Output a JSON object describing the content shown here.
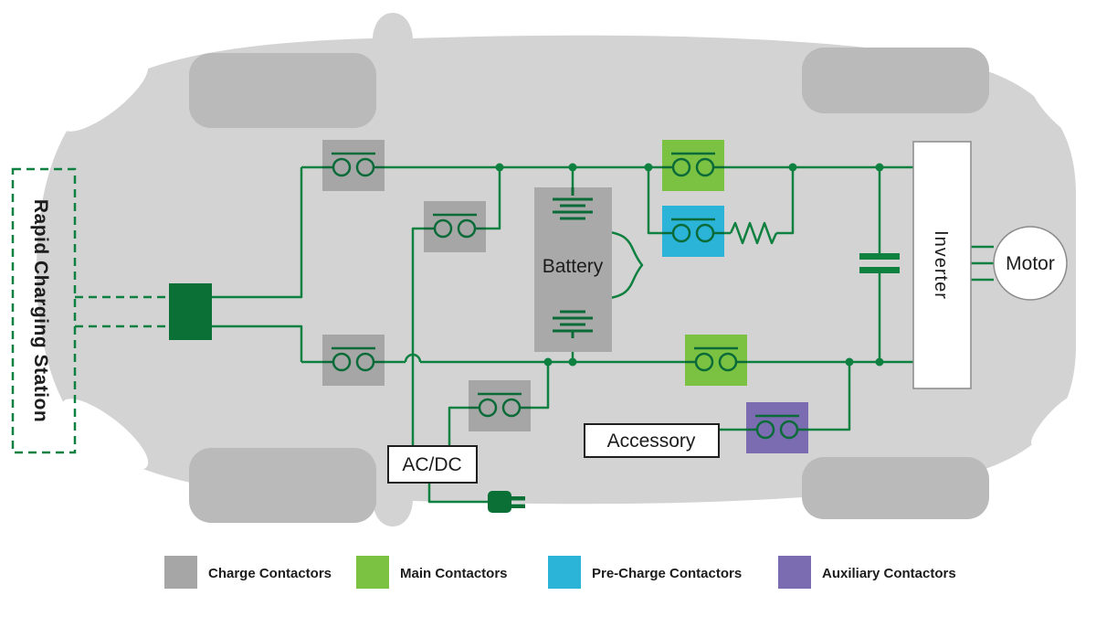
{
  "station": {
    "label": "Rapid Charging Station"
  },
  "components": {
    "battery": "Battery",
    "inverter": "Inverter",
    "motor": "Motor",
    "acdc": "AC/DC",
    "accessory": "Accessory"
  },
  "legend": {
    "items": [
      {
        "label": "Charge Contactors",
        "color": "#a6a6a6"
      },
      {
        "label": "Main Contactors",
        "color": "#7bc142"
      },
      {
        "label": "Pre-Charge Contactors",
        "color": "#2bb3d8"
      },
      {
        "label": "Auxiliary Contactors",
        "color": "#7b6cb2"
      }
    ]
  },
  "colors": {
    "wire_green": "#0e8040",
    "symbol_green": "#0a6b38",
    "port_green": "#0a7036",
    "car_body": "#d3d3d3",
    "wheel": "#bababa",
    "battery_gray": "#a9a9a9"
  }
}
